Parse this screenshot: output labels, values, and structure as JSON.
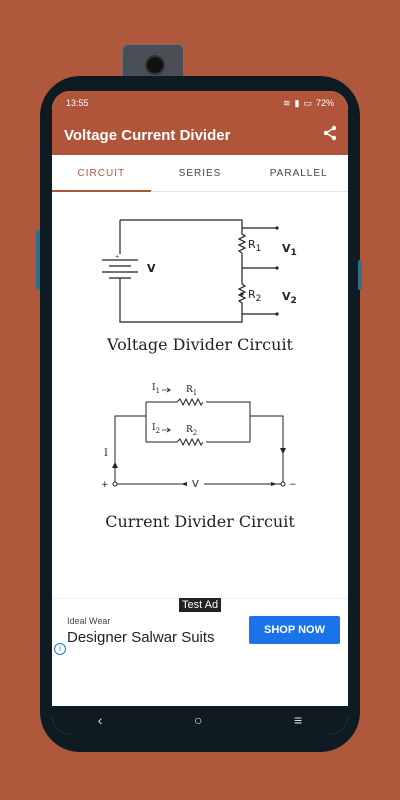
{
  "status": {
    "time": "13:55",
    "battery": "72%"
  },
  "appbar": {
    "title": "Voltage Current Divider",
    "share_icon": "share-icon"
  },
  "tabs": [
    {
      "label": "CIRCUIT",
      "active": true
    },
    {
      "label": "SERIES",
      "active": false
    },
    {
      "label": "PARALLEL",
      "active": false
    }
  ],
  "voltage_diagram": {
    "source_label": "V",
    "r1": "R",
    "r1_sub": "1",
    "r2": "R",
    "r2_sub": "2",
    "v1": "V",
    "v1_sub": "1",
    "v2": "V",
    "v2_sub": "2",
    "caption": "Voltage Divider Circuit"
  },
  "current_diagram": {
    "i": "I",
    "i1": "I",
    "i1_sub": "1",
    "i2": "I",
    "i2_sub": "2",
    "r1": "R",
    "r1_sub": "1",
    "r2": "R",
    "r2_sub": "2",
    "v": "V",
    "plus": "+",
    "minus": "−",
    "caption": "Current Divider Circuit"
  },
  "ad": {
    "tag": "Test Ad",
    "brand": "Ideal Wear",
    "headline": "Designer Salwar Suits",
    "cta": "SHOP NOW"
  },
  "nav": {
    "back": "‹",
    "home": "○",
    "menu": "≡"
  },
  "colors": {
    "accent": "#b0553a",
    "background": "#b0583c",
    "cta": "#1a73e8"
  }
}
